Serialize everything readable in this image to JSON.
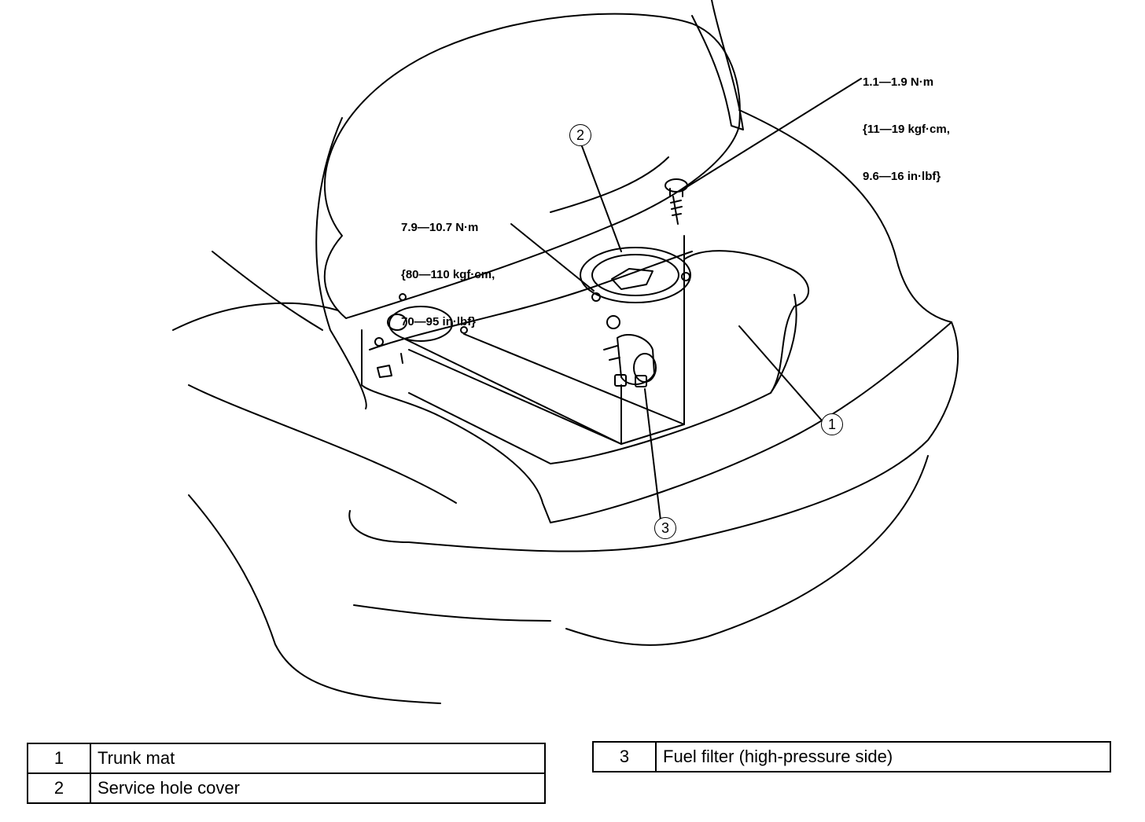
{
  "torque_specs": [
    {
      "id": "service-hole-nuts",
      "lines": [
        "7.9—10.7 N·m",
        "{80—110 kgf·cm,",
        "70—95 in·lbf}"
      ]
    },
    {
      "id": "mat-fastener",
      "lines": [
        "1.1—1.9 N·m",
        "{11—19 kgf·cm,",
        "9.6—16 in·lbf}"
      ]
    }
  ],
  "callouts": [
    "1",
    "2",
    "3"
  ],
  "legend_left": [
    {
      "num": "1",
      "label": "Trunk mat"
    },
    {
      "num": "2",
      "label": "Service hole cover"
    }
  ],
  "legend_right": [
    {
      "num": "3",
      "label": "Fuel filter (high-pressure side)"
    }
  ]
}
